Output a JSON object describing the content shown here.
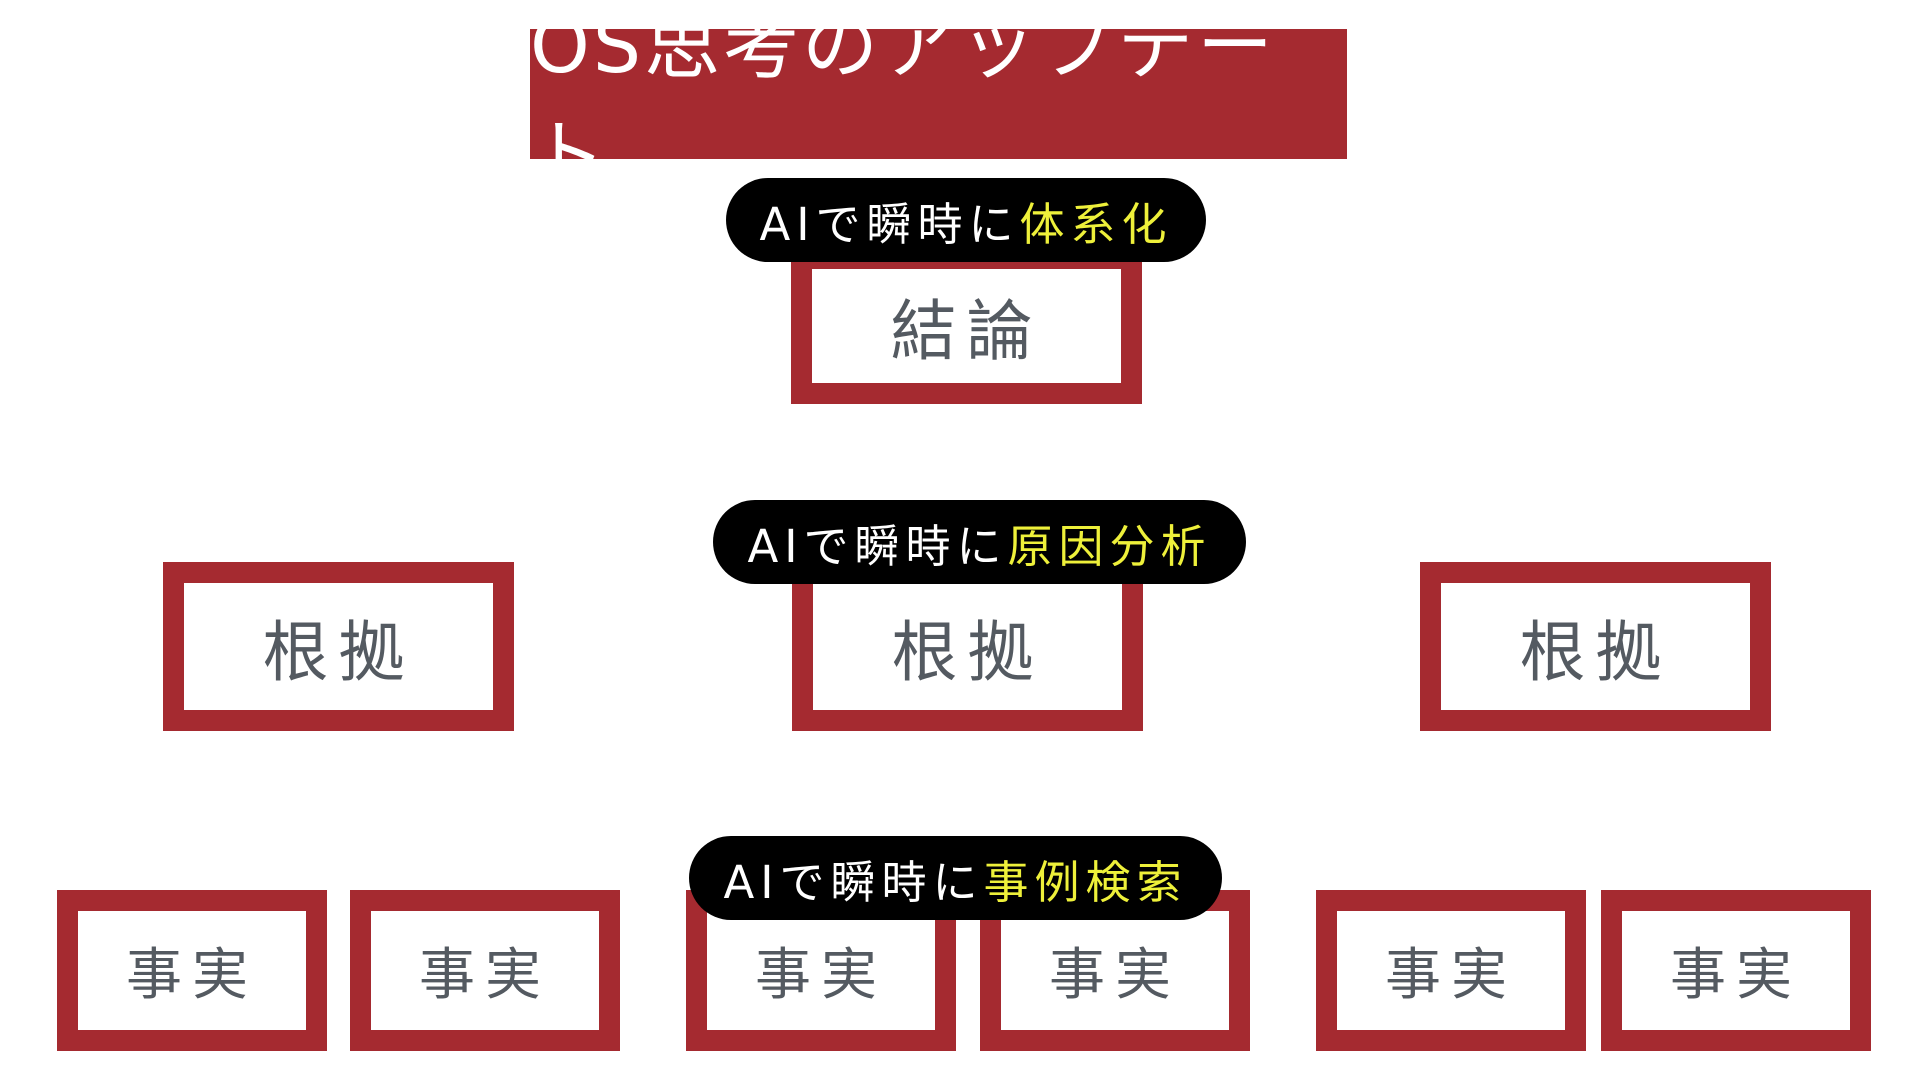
{
  "title": "OS思考のアップデート",
  "colors": {
    "accent": "#a52a30",
    "box_text": "#545a61",
    "pill_bg": "#000000",
    "pill_text": "#ffffff",
    "highlight": "#eef03a"
  },
  "labels": [
    {
      "prefix": "AIで瞬時に",
      "highlight": "体系化"
    },
    {
      "prefix": "AIで瞬時に",
      "highlight": "原因分析"
    },
    {
      "prefix": "AIで瞬時に",
      "highlight": "事例検索"
    }
  ],
  "conclusion": {
    "text": "結論"
  },
  "grounds": [
    {
      "text": "根拠"
    },
    {
      "text": "根拠"
    },
    {
      "text": "根拠"
    }
  ],
  "facts": [
    {
      "text": "事実"
    },
    {
      "text": "事実"
    },
    {
      "text": "事実"
    },
    {
      "text": "事実"
    },
    {
      "text": "事実"
    },
    {
      "text": "事実"
    }
  ]
}
